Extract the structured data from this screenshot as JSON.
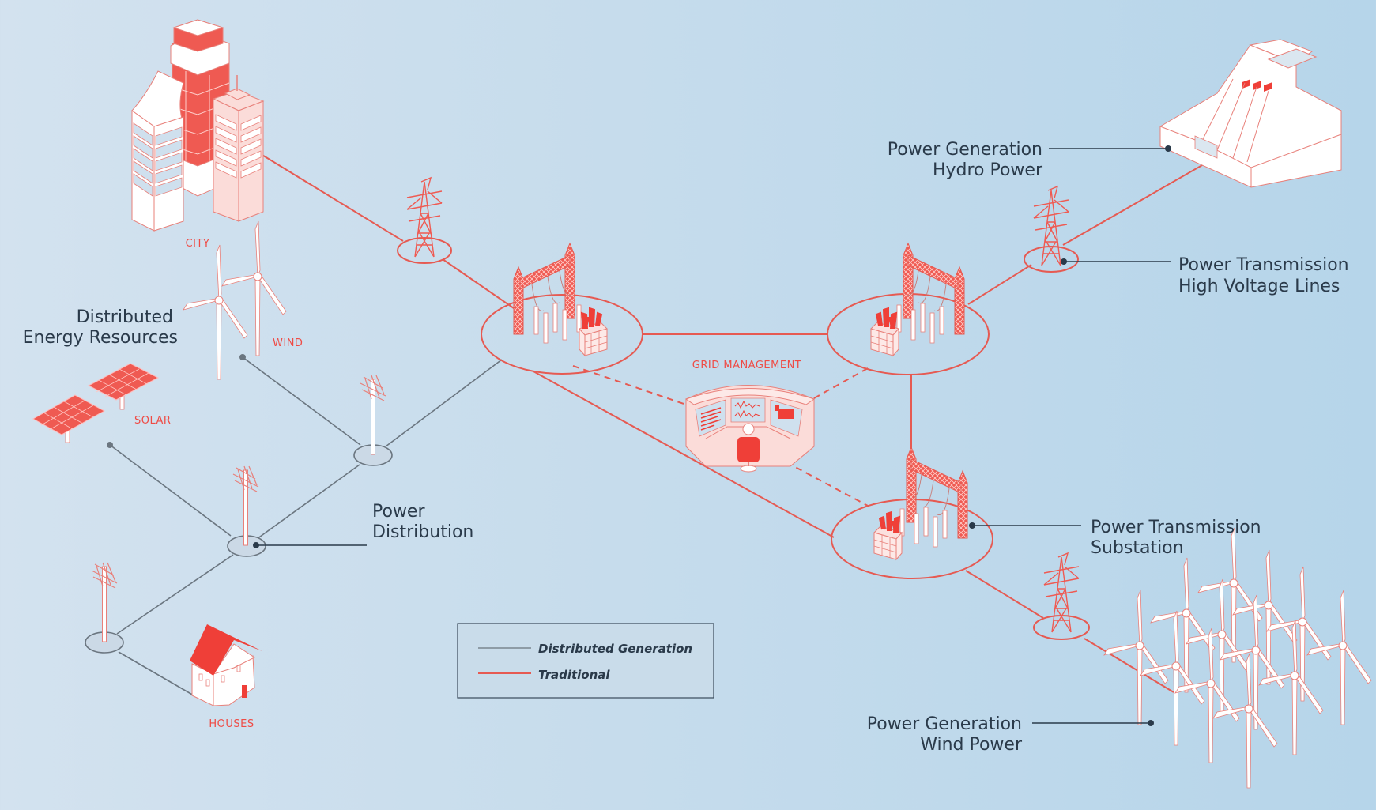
{
  "colors": {
    "traditional_line": "#e65a52",
    "distributed_line": "#6b7680",
    "accent_red": "#ef4b45",
    "label_text": "#2a3a4a",
    "background_left": "#d3e2ef",
    "background_right": "#b6d5ea"
  },
  "assets": {
    "city": {
      "label": "CITY",
      "icon": "city-buildings-icon"
    },
    "wind": {
      "label": "WIND",
      "icon": "wind-turbine-icon"
    },
    "solar": {
      "label": "SOLAR",
      "icon": "solar-panel-icon"
    },
    "houses": {
      "label": "HOUSES",
      "icon": "house-icon"
    },
    "grid_management": {
      "label": "GRID MANAGEMENT",
      "icon": "control-room-icon"
    }
  },
  "callouts": {
    "distributed_energy": {
      "line1": "Distributed",
      "line2": "Energy Resources"
    },
    "power_distribution": {
      "line1": "Power",
      "line2": "Distribution"
    },
    "hydro": {
      "line1": "Power Generation",
      "line2": "Hydro Power"
    },
    "high_voltage": {
      "line1": "Power Transmission",
      "line2": "High Voltage Lines"
    },
    "substation": {
      "line1": "Power Transmission",
      "line2": "Substation"
    },
    "wind_power": {
      "line1": "Power Generation",
      "line2": "Wind Power"
    }
  },
  "legend": {
    "items": [
      {
        "label": "Distributed Generation",
        "type": "distributed"
      },
      {
        "label": "Traditional",
        "type": "traditional"
      }
    ]
  },
  "network": {
    "nodes": [
      "City",
      "HV tower (city)",
      "Substation West",
      "Substation East",
      "Substation South",
      "HV tower (hydro)",
      "Hydro dam",
      "HV tower (wind farm)",
      "Wind farm",
      "Grid management",
      "Distribution pole 1",
      "Distribution pole 2",
      "Distribution pole 3",
      "Wind (DER)",
      "Solar (DER)",
      "Houses"
    ],
    "traditional_links": [
      [
        "City",
        "HV tower (city)"
      ],
      [
        "HV tower (city)",
        "Substation West"
      ],
      [
        "Substation West",
        "Substation East"
      ],
      [
        "Substation West",
        "Substation South"
      ],
      [
        "Substation East",
        "Substation South"
      ],
      [
        "Substation East",
        "HV tower (hydro)"
      ],
      [
        "HV tower (hydro)",
        "Hydro dam"
      ],
      [
        "Substation South",
        "HV tower (wind farm)"
      ],
      [
        "HV tower (wind farm)",
        "Wind farm"
      ]
    ],
    "control_links": [
      [
        "Grid management",
        "Substation West"
      ],
      [
        "Grid management",
        "Substation East"
      ],
      [
        "Grid management",
        "Substation South"
      ]
    ],
    "distributed_links": [
      [
        "Substation West",
        "Distribution pole 1"
      ],
      [
        "Distribution pole 1",
        "Wind (DER)"
      ],
      [
        "Distribution pole 1",
        "Distribution pole 2"
      ],
      [
        "Distribution pole 2",
        "Solar (DER)"
      ],
      [
        "Distribution pole 2",
        "Distribution pole 3"
      ],
      [
        "Distribution pole 3",
        "Houses"
      ]
    ]
  }
}
